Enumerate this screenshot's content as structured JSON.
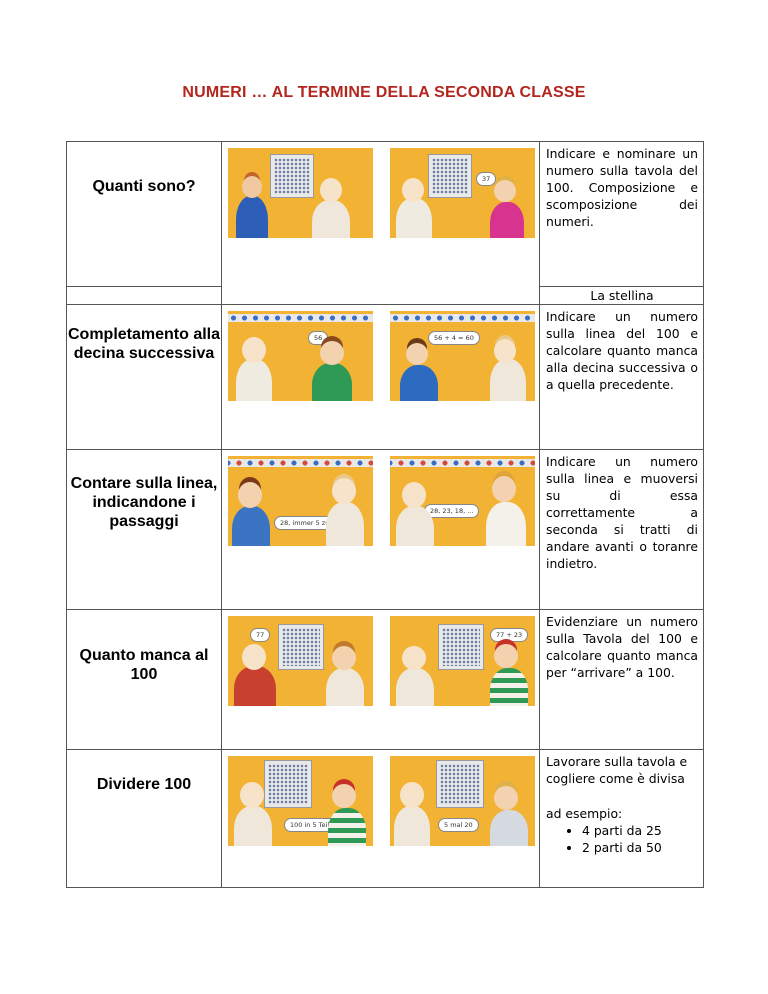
{
  "title": "NUMERI … AL TERMINE DELLA SECONDA  CLASSE",
  "rows": [
    {
      "label": "Quanti sono?",
      "description": "Indicare e nominare un numero sulla tavola del 100. Composizione e scomposizione dei numeri.",
      "note": "La stellina",
      "bubble1": "",
      "bubble2": "37"
    },
    {
      "label": "Completamento alla decina successiva",
      "description": "Indicare un numero sulla linea del 100 e calcolare quanto manca alla decina successiva o a quella precedente.",
      "bubble1": "56",
      "bubble2": "56 + 4 = 60"
    },
    {
      "label": "Contare sulla linea, indicandone i passaggi",
      "description": "Indicare un numero sulla linea e muoversi su di essa correttamente a seconda si tratti di andare avanti o toranre indietro.",
      "bubble1": "28, immer 5 zurück.",
      "bubble2": "28, 23, 18, ..."
    },
    {
      "label": "Quanto manca al 100",
      "description": "Evidenziare un numero sulla Tavola del 100 e calcolare quanto manca per “arrivare” a 100.",
      "bubble1": "77",
      "bubble2": "77 + 23"
    },
    {
      "label": "Dividere 100",
      "description": "Lavorare sulla tavola e cogliere come è divisa",
      "example_intro": "ad esempio:",
      "examples": [
        "4 parti da 25",
        "2 parti da 50"
      ],
      "bubble1": "100 in 5 Teile",
      "bubble2": "5 mal 20"
    }
  ],
  "colors": {
    "title": "#b3261e",
    "picture_bg": "#f2b233"
  }
}
